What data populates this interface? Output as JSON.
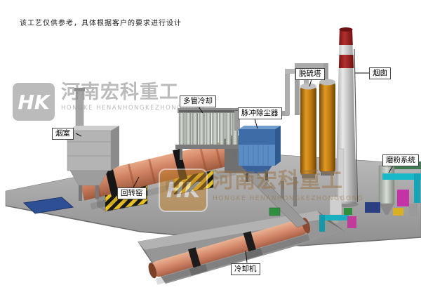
{
  "disclaimer": "该工艺仅供参考，具体根据客户的要求进行设计",
  "watermark": {
    "logo_text": "HK",
    "company_cn": "河南宏科重工",
    "company_en": "HONGKE HENANHONGKEZHONGGONG"
  },
  "labels": {
    "smoke_chamber": "烟室",
    "rotary_kiln": "回转窑",
    "multi_tube_cooler": "多管冷却",
    "pulse_dust_collector": "脉冲除尘器",
    "desulfurization_tower": "脱硫塔",
    "chimney": "烟囱",
    "grinding_system": "磨粉系统",
    "cooling_machine": "冷却机"
  },
  "colors": {
    "kiln_salmon": "#cf8263",
    "dust_collector_blue": "#5c8cc4",
    "tower_orange": "#d08a1a",
    "chimney_band_red": "#8f1f1f",
    "platform_gray": "#a5a5a5",
    "hazard_yellow": "#e8c11c",
    "pipe_cyan": "#17b8c8",
    "fan_magenta": "#c434a4"
  }
}
